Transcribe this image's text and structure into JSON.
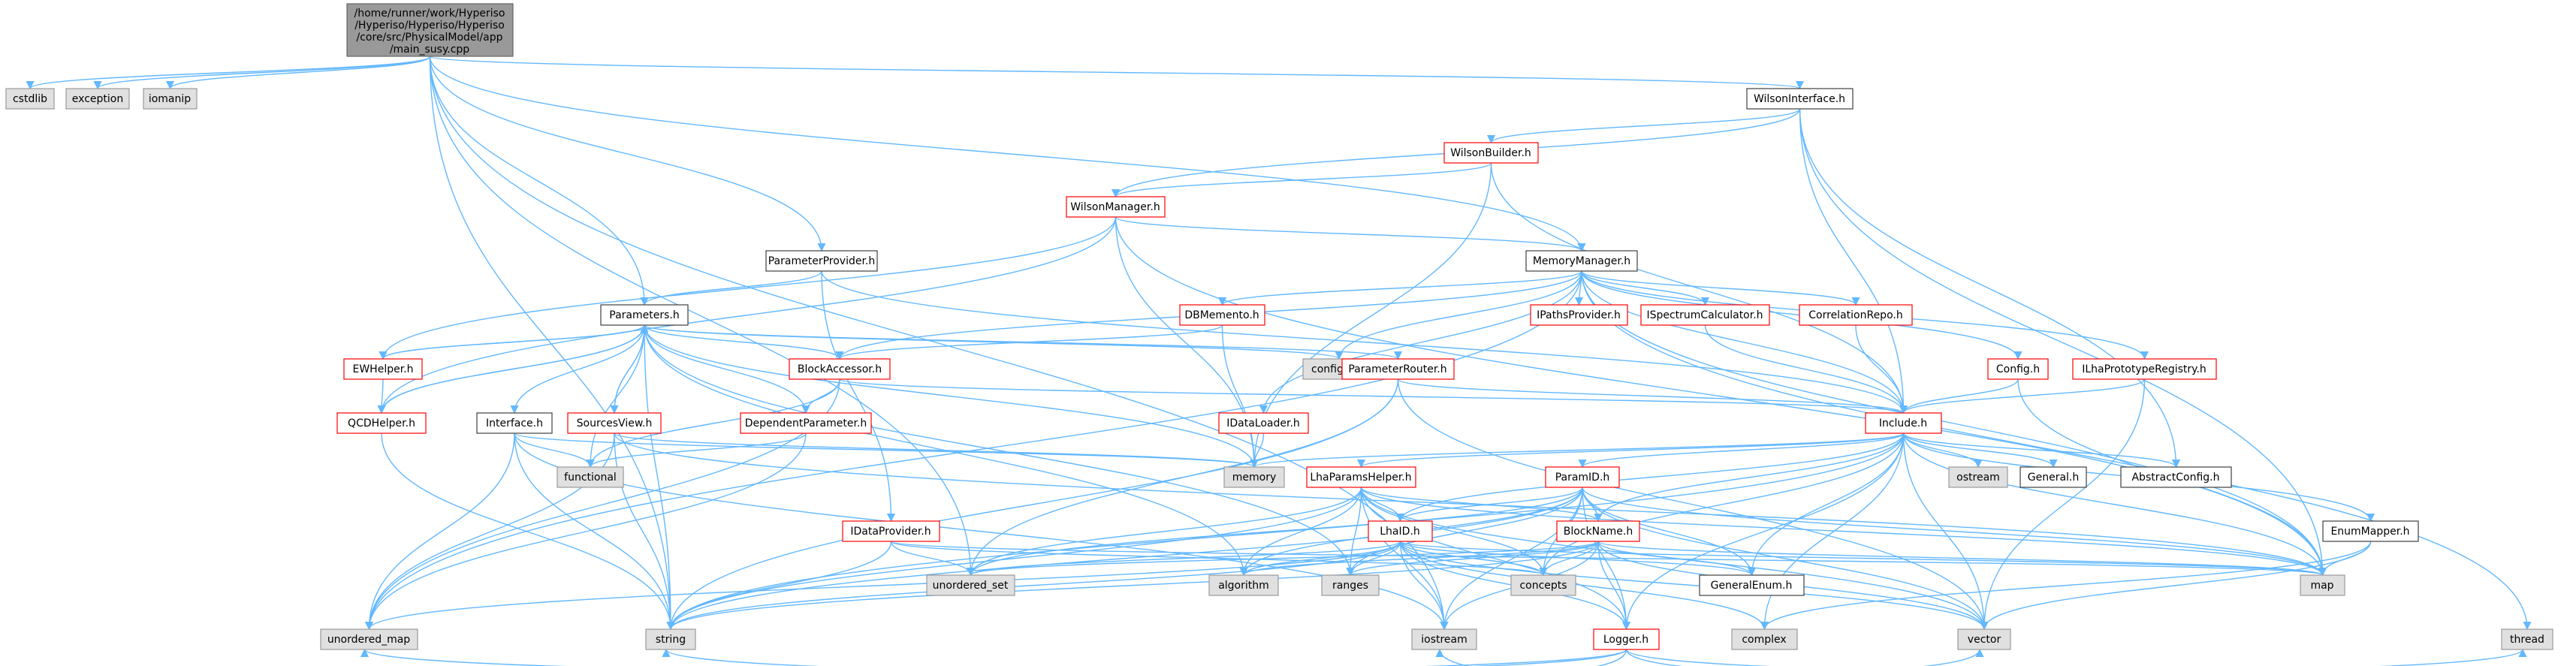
{
  "root_lines": [
    "/home/runner/work/Hyperiso",
    "/Hyperiso/Hyperiso/Hyperiso",
    "/core/src/PhysicalModel/app",
    "/main_susy.cpp"
  ],
  "nodes": {
    "root": "/home/runner/work/Hyperiso/Hyperiso/Hyperiso/core/src/PhysicalModel/app/main_susy.cpp",
    "cstdlib": "cstdlib",
    "exception": "exception",
    "iomanip": "iomanip",
    "wilsoninterface": "WilsonInterface.h",
    "wilsonbuilder": "WilsonBuilder.h",
    "wilsonmanager": "WilsonManager.h",
    "parameterprovider": "ParameterProvider.h",
    "memorymanager": "MemoryManager.h",
    "parameters": "Parameters.h",
    "dbmemento": "DBMemento.h",
    "ipathsprovider": "IPathsProvider.h",
    "ispectrumcalculator": "ISpectrumCalculator.h",
    "correlationrepo": "CorrelationRepo.h",
    "confighpp": "config.hpp",
    "ewhelper": "EWHelper.h",
    "blockaccessor": "BlockAccessor.h",
    "parameterrouter": "ParameterRouter.h",
    "config": "Config.h",
    "ilhaprototyperegistry": "ILhaPrototypeRegistry.h",
    "qcdhelper": "QCDHelper.h",
    "interface": "Interface.h",
    "sourcesview": "SourcesView.h",
    "dependentparameter": "DependentParameter.h",
    "idataloader": "IDataLoader.h",
    "include": "Include.h",
    "functional": "functional",
    "memory": "memory",
    "lhaparamshelper": "LhaParamsHelper.h",
    "paramid": "ParamID.h",
    "ostream": "ostream",
    "generalh": "General.h",
    "abstractconfig": "AbstractConfig.h",
    "idataprovider": "IDataProvider.h",
    "lhaid": "LhaID.h",
    "blockname": "BlockName.h",
    "enummapper": "EnumMapper.h",
    "unordered_set": "unordered_set",
    "algorithm": "algorithm",
    "ranges": "ranges",
    "concepts": "concepts",
    "generalenum": "GeneralEnum.h",
    "map": "map",
    "logger": "Logger.h",
    "unordered_map": "unordered_map",
    "string": "string",
    "iostream": "iostream",
    "complex": "complex",
    "vector": "vector",
    "thread": "thread"
  }
}
